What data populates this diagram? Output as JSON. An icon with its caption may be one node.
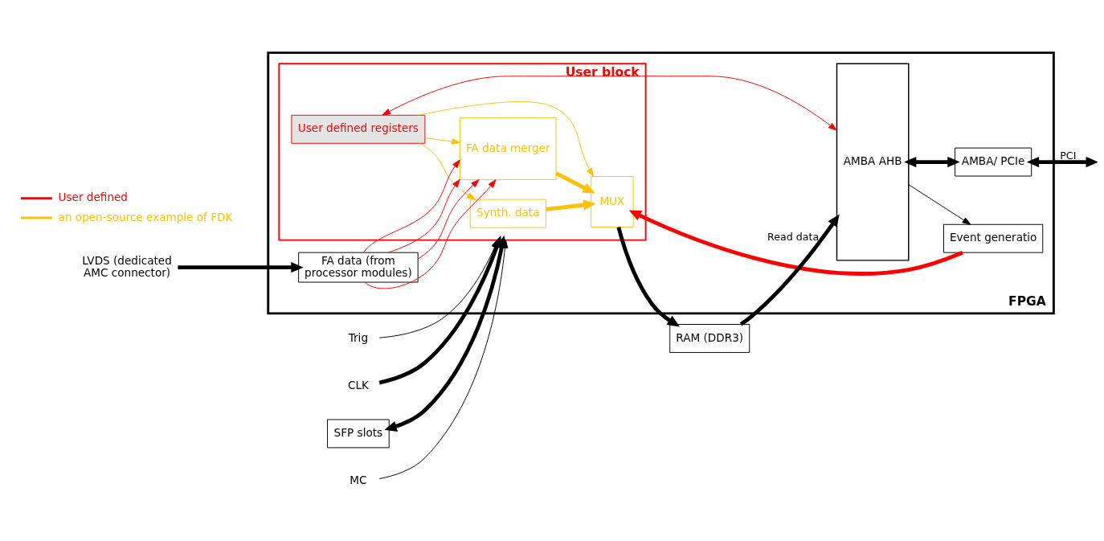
{
  "diagram": {
    "nodes": [
      {
        "text": [
          "FPGA"
        ]
      },
      {
        "text": [
          "SFP slots"
        ]
      },
      {
        "text": [
          "RAM (DDR3)"
        ]
      },
      {
        "text": [
          "User block"
        ],
        "in": 0
      },
      {
        "text": [
          "Synth. data"
        ],
        "in": 3
      },
      {
        "text": [
          "FA data merger"
        ],
        "in": 3
      },
      {
        "text": [
          "MUX"
        ],
        "in": 3
      },
      {
        "text": [
          "User defined registers"
        ],
        "in": 3
      },
      {
        "text": [
          "Event generatio"
        ],
        "in": 0
      },
      {
        "text": [
          "AMBA AHB"
        ],
        "in": 0
      },
      {
        "text": [
          "AMBA/ PCIe"
        ],
        "in": 0
      },
      {
        "text": [
          "FA data (from processor modules)"
        ],
        "in": 0
      },
      {
        "text": [
          "MC"
        ]
      },
      {
        "text": [
          "Trig"
        ]
      },
      {
        "text": [
          "CLK"
        ]
      },
      {
        "text": [
          "LVDS (dedicated AMC connector)"
        ]
      }
    ],
    "edges": [
      {
        "from": 1,
        "to": 3,
        "arrow": "both",
        "style": "thick"
      },
      {
        "from": 6,
        "to": 2,
        "arrow": "to",
        "style": "thick"
      },
      {
        "from": 2,
        "to": 9,
        "arrow": "to",
        "label": "Read data",
        "style": "thick"
      },
      {
        "from": 9,
        "to": 8,
        "arrow": "to"
      },
      {
        "from": 8,
        "to": 6,
        "arrow": "to",
        "style": "thick",
        "color": "#ff0000"
      },
      {
        "from": 9,
        "to": 10,
        "arrow": "both",
        "style": "thick"
      },
      {
        "from": 10,
        "to": null,
        "arrow": "both",
        "label": "PCI",
        "style": "thick"
      },
      {
        "from": 7,
        "to": 9,
        "arrow": "both",
        "color": "#ff0000"
      },
      {
        "from": 12,
        "to": 3,
        "arrow": "to"
      },
      {
        "from": 13,
        "to": 3,
        "arrow": "to"
      },
      {
        "from": 14,
        "to": 3,
        "arrow": "to",
        "style": "thick"
      },
      {
        "from": 15,
        "to": 11,
        "arrow": "to",
        "style": "thick"
      },
      {
        "from": 4,
        "to": 6,
        "arrow": "to",
        "style": "thick",
        "color": "#ffc000"
      },
      {
        "from": 5,
        "to": 6,
        "arrow": "to",
        "style": "thick",
        "color": "#ffc000"
      },
      {
        "from": 7,
        "to": 6,
        "arrow": "to",
        "color": "#ffc000"
      },
      {
        "from": 7,
        "to": 4,
        "arrow": "to",
        "color": "#ffc000"
      },
      {
        "from": 7,
        "to": 5,
        "arrow": "to",
        "color": "#ffc000"
      },
      {
        "from": 11,
        "to": 5,
        "arrow": "to",
        "color": "#ff0000"
      },
      {
        "from": 11,
        "to": 5,
        "arrow": "to",
        "color": "#ff0000"
      },
      {
        "from": 11,
        "to": 5,
        "arrow": "to",
        "color": "#ff0000"
      },
      {
        "from": 11,
        "to": 5,
        "arrow": "to",
        "color": "#ff0000"
      }
    ],
    "legend": [
      {
        "text": "User defined",
        "color": "#ff0000"
      },
      {
        "text": "an open-source example of FDK",
        "color": "#ffc000"
      }
    ]
  }
}
